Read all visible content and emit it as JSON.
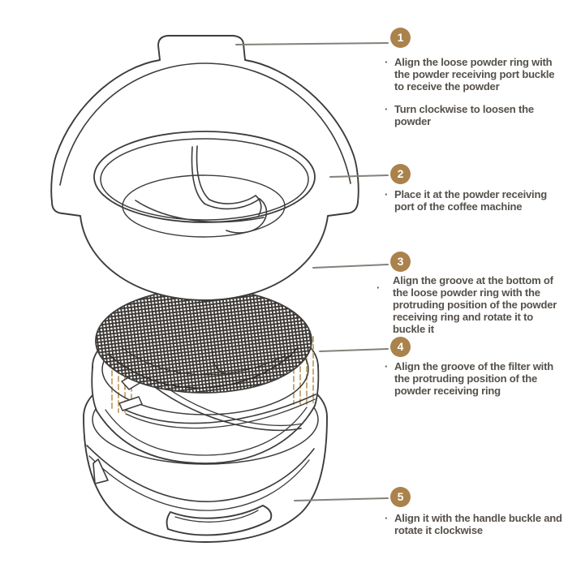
{
  "bullet": "·",
  "colors": {
    "badge": "#aa824c",
    "text": "#55504a",
    "line_art": "#3c3c3c",
    "leader_line": "#85807a",
    "tan_dash": "#c9ab78"
  },
  "steps": [
    {
      "number": "1",
      "instructions": [
        "Align the loose powder ring with the powder receiving port buckle to receive the powder",
        "Turn clockwise to loosen the powder"
      ]
    },
    {
      "number": "2",
      "instructions": [
        "Place it at the powder receiving port of the coffee machine"
      ]
    },
    {
      "number": "3",
      "instructions": [
        "Align the groove at the bottom of the loose powder ring with the protruding position of the powder receiving ring and rotate it to buckle it"
      ]
    },
    {
      "number": "4",
      "instructions": [
        "Align the groove of the filter with the protruding position of the powder receiving ring"
      ]
    },
    {
      "number": "5",
      "instructions": [
        "Align it with the handle buckle and rotate it clockwise"
      ]
    }
  ]
}
